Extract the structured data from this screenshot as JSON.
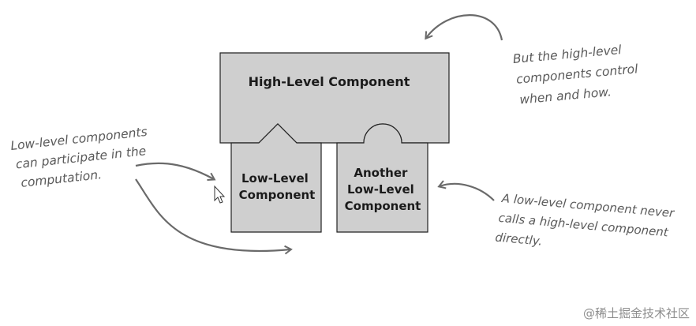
{
  "boxes": {
    "high": "High-Level Component",
    "low1": [
      "Low-Level",
      "Component"
    ],
    "low2": [
      "Another",
      "Low-Level",
      "Component"
    ]
  },
  "notes": {
    "top_right": [
      "But the high-level",
      "components control",
      "when and how."
    ],
    "left": [
      "Low-level components",
      "can participate in the",
      "computation."
    ],
    "bottom_right": [
      "A low-level component never",
      "calls a high-level component",
      "directly."
    ]
  },
  "watermark": "@稀土掘金技术社区",
  "colors": {
    "box_fill": "#cfcfcf",
    "box_stroke": "#222222",
    "note_text": "#5a5a5a",
    "arrow": "#6a6a6a"
  }
}
